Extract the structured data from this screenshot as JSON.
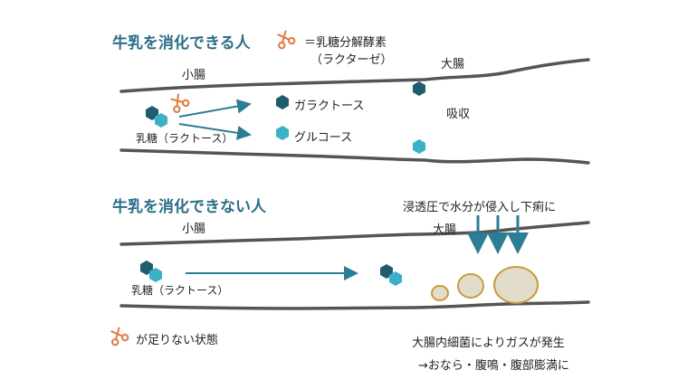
{
  "section_top": {
    "heading": "牛乳を消化できる人",
    "enzyme_legend_line1": "＝乳糖分解酵素",
    "enzyme_legend_line2": "（ラクターゼ）",
    "small_intestine": "小腸",
    "large_intestine": "大腸",
    "lactose": "乳糖（ラクトース）",
    "galactose": "ガラクトース",
    "glucose": "グルコース",
    "absorption": "吸収"
  },
  "section_bottom": {
    "heading": "牛乳を消化できない人",
    "small_intestine": "小腸",
    "large_intestine": "大腸",
    "lactose": "乳糖（ラクトース）",
    "osmotic_note": "浸透圧で水分が侵入し下痢に",
    "enzyme_missing": "が足りない状態",
    "bacteria_line1": "大腸内細菌によりガスが発生",
    "bacteria_line2": "→おなら・腹鳴・腹部膨満に"
  },
  "colors": {
    "heading": "#2a6f86",
    "hex_dark": "#1f5c6e",
    "hex_light": "#3bb1c9",
    "arrow": "#2a7d94",
    "scissors": "#e07a3c",
    "gas_fill": "#e2dccb",
    "gas_stroke": "#c99a3c",
    "wall": "#555555"
  }
}
